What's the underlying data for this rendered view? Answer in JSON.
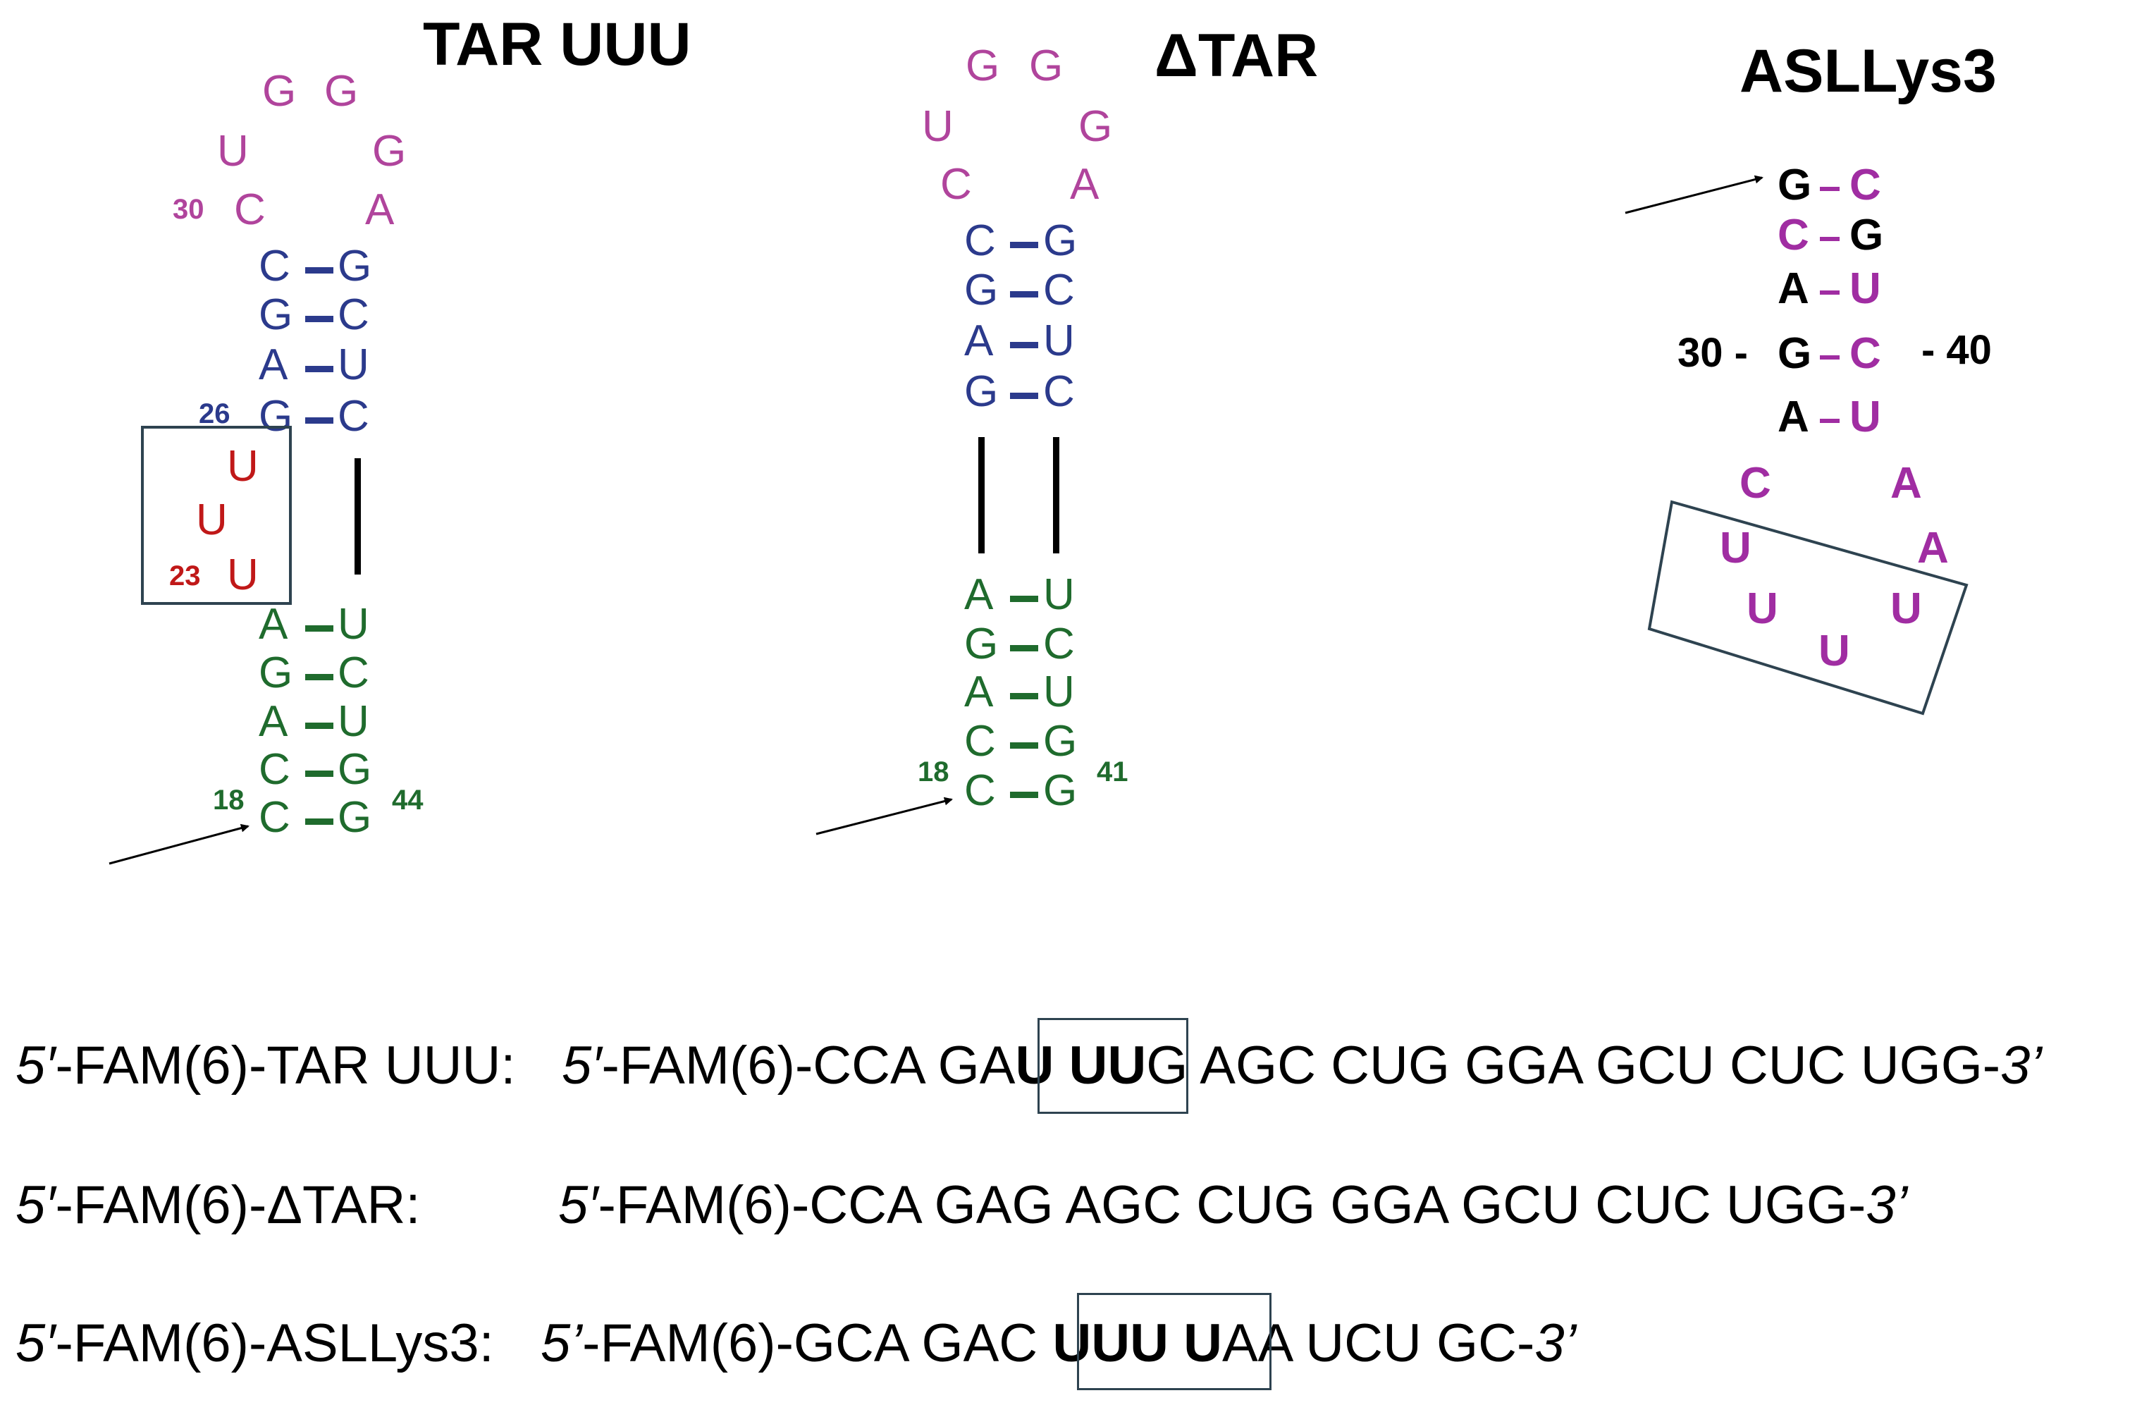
{
  "colors": {
    "loop": "#b0449c",
    "stem_blue": "#2b3a8c",
    "stem_green": "#1f6b2d",
    "bulge_red": "#c01818",
    "asl_magenta": "#a02da2",
    "box": "#2e4350"
  },
  "tar_uuu": {
    "title": "TAR UUU",
    "loop": [
      "G",
      "G",
      "U",
      "G",
      "C",
      "A"
    ],
    "loop_num": "30",
    "upper_stem": [
      [
        "C",
        "G"
      ],
      [
        "G",
        "C"
      ],
      [
        "A",
        "U"
      ],
      [
        "G",
        "C"
      ]
    ],
    "upper_num": "26",
    "bulge": [
      "U",
      "U",
      "U"
    ],
    "bulge_num": "23",
    "lower_stem": [
      [
        "A",
        "U"
      ],
      [
        "G",
        "C"
      ],
      [
        "A",
        "U"
      ],
      [
        "C",
        "G"
      ],
      [
        "C",
        "G"
      ]
    ],
    "num_left": "18",
    "num_right": "44"
  },
  "delta_tar": {
    "title": "ΔTAR",
    "loop": [
      "G",
      "G",
      "U",
      "G",
      "C",
      "A"
    ],
    "upper_stem": [
      [
        "C",
        "G"
      ],
      [
        "G",
        "C"
      ],
      [
        "A",
        "U"
      ],
      [
        "G",
        "C"
      ]
    ],
    "lower_stem": [
      [
        "A",
        "U"
      ],
      [
        "G",
        "C"
      ],
      [
        "A",
        "U"
      ],
      [
        "C",
        "G"
      ],
      [
        "C",
        "G"
      ]
    ],
    "num_left": "18",
    "num_right": "41"
  },
  "asl_lys3": {
    "title": "ASLLys3",
    "stem": [
      [
        "G",
        "C"
      ],
      [
        "C",
        "G"
      ],
      [
        "A",
        "U"
      ],
      [
        "G",
        "C"
      ],
      [
        "A",
        "U"
      ]
    ],
    "num_left": "30 -",
    "num_right": "- 40",
    "loop": [
      "C",
      "A",
      "U",
      "A",
      "U",
      "U",
      "U"
    ]
  },
  "sequences": [
    {
      "label_prefix": "5′",
      "label": "-FAM(6)-TAR UUU: ",
      "seq_prefix": "5′",
      "seq_a": "-FAM(6)-CCA GA",
      "seq_bold": "U UU",
      "seq_b": "G AGC CUG GGA GCU CUC UGG-",
      "seq_end": "3’"
    },
    {
      "label_prefix": "5′",
      "label": "-FAM(6)-ΔTAR:",
      "seq_prefix": "5′",
      "seq_a": "-FAM(6)-CCA GAG AGC CUG GGA GCU CUC UGG-",
      "seq_end": "3’"
    },
    {
      "label_prefix": "5′",
      "label": "-FAM(6)-ASLLys3: ",
      "seq_prefix": "5’",
      "seq_a": "-FAM(6)-GCA GAC ",
      "seq_bold": "UUU U",
      "seq_b": "AA UCU GC-",
      "seq_end": "3’"
    }
  ]
}
